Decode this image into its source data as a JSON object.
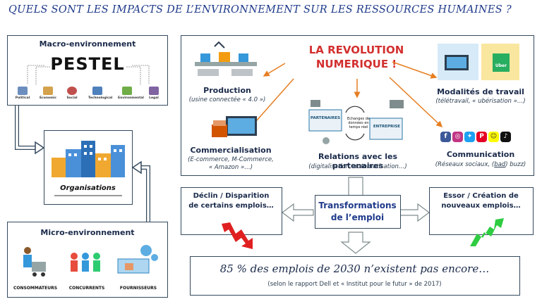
{
  "title": "QUELS SONT LES IMPACTS DE L’ENVIRONNEMENT SUR LES RESSOURCES HUMAINES ?",
  "macro": {
    "heading": "Macro-environnement",
    "pestel": "PESTEL",
    "items": [
      "Political",
      "Economic",
      "Social",
      "Technological",
      "Environmental",
      "Legal"
    ]
  },
  "organisations": {
    "label": "Organisations"
  },
  "micro": {
    "heading": "Micro-environnement",
    "items": [
      "CONSOMMATEURS",
      "CONCURRENTS",
      "FOURNISSEURS"
    ]
  },
  "revolution": {
    "line1": "LA REVOLUTION",
    "line2": "NUMERIQUE !"
  },
  "production": {
    "title": "Production",
    "sub": "(usine connectée « 4.0 »)"
  },
  "commercialisation": {
    "title": "Commercialisation",
    "sub1": "(E-commerce, M-Commerce,",
    "sub2": "« Amazon »…)"
  },
  "relations": {
    "title": "Relations avec les partenaires",
    "sub": "(digitalisation, automatisation…)",
    "partenaires": "PARTENAIRES",
    "entreprise": "ENTREPRISE",
    "echanges1": "Echanges de",
    "echanges2": "données en",
    "echanges3": "temps réel"
  },
  "modalites": {
    "title": "Modalités de travail",
    "sub": "(télétravail, « ubérisation »…)",
    "uber": "Uber"
  },
  "communication": {
    "title": "Communication",
    "sub_pre": "(Réseaux sociaux, (",
    "sub_bad": "bad",
    "sub_post": ") buzz)"
  },
  "transformations": {
    "line1": "Transformations",
    "line2": "de l’emploi"
  },
  "declin": {
    "line1": "Déclin / Disparition",
    "line2": "de certains emplois…"
  },
  "essor": {
    "line1": "Essor / Création de",
    "line2": "nouveaux emplois…"
  },
  "conclusion": {
    "main": "85 % des emplois de 2030 n’existent pas encore…",
    "sub": "(selon le rapport Dell et « Institut pour le futur » de 2017)"
  },
  "colors": {
    "accent_red": "#d32f2f",
    "border": "#34495e",
    "title_blue": "#1f3a8a",
    "arrow_orange": "#e67e22",
    "arrow_green": "#2ecc40"
  }
}
